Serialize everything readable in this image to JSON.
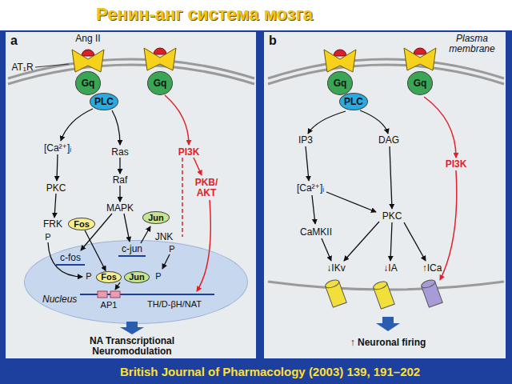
{
  "diagram": {
    "title": "Ренин-анг система мозга",
    "caption": "British Journal of Pharmacology (2003) 139, 191–202",
    "nodes": [
      {
        "text": [
          "a"
        ]
      },
      {
        "text": [
          "Gq"
        ],
        "in": 0
      },
      {
        "text": [
          "PLC"
        ],
        "in": 0
      },
      {
        "text": [
          "Gq"
        ],
        "in": 0
      },
      {
        "text": [
          "Fos"
        ],
        "in": 0
      },
      {
        "text": [
          "Jun"
        ],
        "in": 0
      },
      {
        "text": [
          "Nucleus"
        ],
        "in": 0
      },
      {
        "text": [
          "Fos"
        ],
        "in": 6
      },
      {
        "text": [
          "Jun"
        ],
        "in": 6
      },
      {
        "text": [
          "b"
        ]
      },
      {
        "text": [
          "Gq"
        ],
        "in": 9
      },
      {
        "text": [
          "PLC"
        ],
        "in": 9
      },
      {
        "text": [
          "Gq"
        ],
        "in": 9
      }
    ],
    "edges": [
      {
        "from": 4,
        "to": 7,
        "arrow": "to"
      }
    ],
    "labels": [
      "Ang II",
      "AT₁R",
      "[Ca²⁺]ᵢ",
      "Ras",
      "PI3K",
      "PKC",
      "Raf",
      "MAPK",
      "PKB/ AKT",
      "FRK",
      "P",
      "JNK",
      "P",
      "c-fos",
      "c-jun",
      "P",
      "P",
      "AP1",
      "TH/D-βH/NAT",
      "NA Transcriptional Neuromodulation",
      "Plasma membrane",
      "IP3",
      "DAG",
      "[Ca²⁺]ᵢ",
      "PI3K",
      "PKC",
      "CaMKII",
      "↓IKv",
      "↓IA",
      "↑ICa",
      "↑ Neuronal firing"
    ]
  }
}
